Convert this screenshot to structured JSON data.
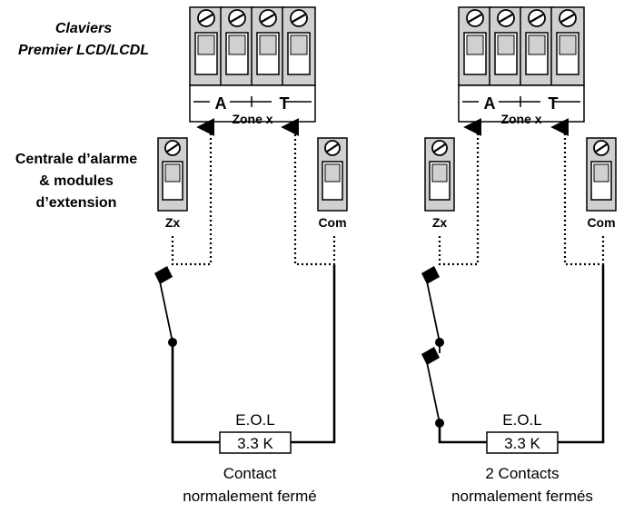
{
  "keypad_label": [
    "Claviers",
    "Premier LCD/LCDL"
  ],
  "panel_label": [
    "Centrale d’alarme",
    "& modules",
    "d’extension"
  ],
  "block_label_a": "A",
  "block_label_t": "T",
  "zone_label": "Zone x",
  "terminal_zx": "Zx",
  "terminal_com": "Com",
  "resistor_label": "E.O.L",
  "resistor_value": "3.3 K",
  "left_caption": [
    "Contact",
    "normalement fermé"
  ],
  "right_caption": [
    "2 Contacts",
    "normalement fermés"
  ]
}
